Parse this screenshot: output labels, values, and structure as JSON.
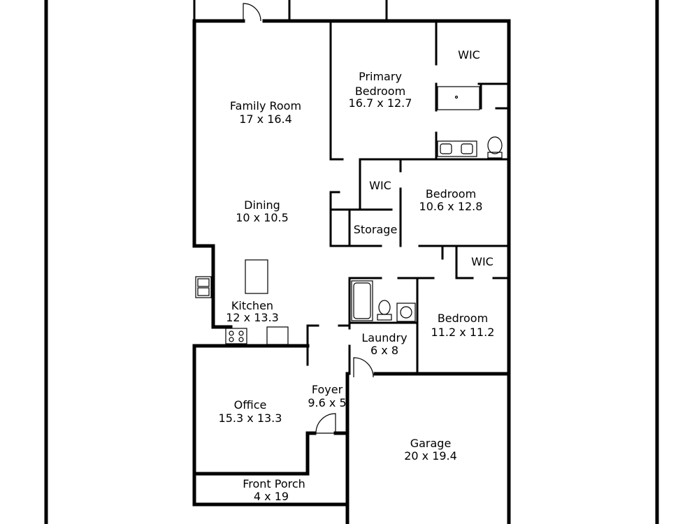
{
  "rooms": {
    "family_room": {
      "name": "Family Room",
      "size": "17 x 16.4"
    },
    "primary_bedroom": {
      "name_line1": "Primary",
      "name_line2": "Bedroom",
      "size": "16.7 x 12.7"
    },
    "wic_primary": {
      "name": "WIC"
    },
    "wic_center": {
      "name": "WIC"
    },
    "bedroom_2": {
      "name": "Bedroom",
      "size": "10.6 x 12.8"
    },
    "dining": {
      "name": "Dining",
      "size": "10 x 10.5"
    },
    "storage": {
      "name": "Storage"
    },
    "wic_right": {
      "name": "WIC"
    },
    "kitchen": {
      "name": "Kitchen",
      "size": "12 x 13.3"
    },
    "bedroom_3": {
      "name": "Bedroom",
      "size": "11.2 x 11.2"
    },
    "laundry": {
      "name": "Laundry",
      "size": "6 x 8"
    },
    "foyer": {
      "name": "Foyer",
      "size": "9.6 x 5"
    },
    "office": {
      "name": "Office",
      "size": "15.3 x 13.3"
    },
    "garage": {
      "name": "Garage",
      "size": "20 x 19.4"
    },
    "front_porch": {
      "name": "Front Porch",
      "size": "4 x 19"
    }
  },
  "icons": [
    "door-swing-icon",
    "sink-icon",
    "toilet-icon",
    "shower-icon",
    "bathtub-icon",
    "cooktop-icon",
    "kitchen-island-icon"
  ]
}
